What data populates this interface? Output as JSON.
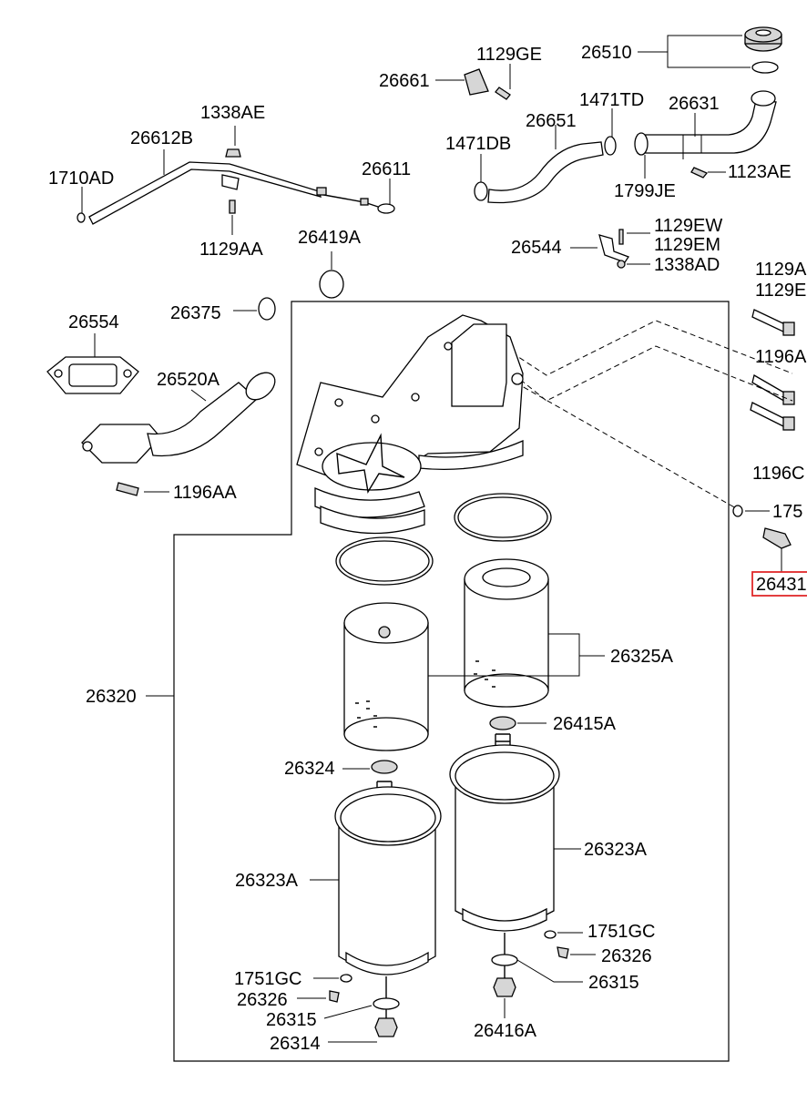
{
  "diagram": {
    "highlight_color": "#e0282a",
    "labels": {
      "p26510": "26510",
      "p26661": "26661",
      "p1129GE": "1129GE",
      "p1471TD": "1471TD",
      "p26631": "26631",
      "p26651": "26651",
      "p1471DB": "1471DB",
      "p1123AE": "1123AE",
      "p1799JE": "1799JE",
      "p1338AE": "1338AE",
      "p26612B": "26612B",
      "p26611": "26611",
      "p1710AD": "1710AD",
      "p1129AA": "1129AA",
      "p26419A": "26419A",
      "p1129EW": "1129EW",
      "p1129EM": "1129EM",
      "p26544": "26544",
      "p1338AD": "1338AD",
      "p1129A": "1129A",
      "p1129E": "1129E",
      "p26375": "26375",
      "p26554": "26554",
      "p26520A": "26520A",
      "p1196A": "1196A",
      "p1196C": "1196C",
      "p1196AA": "1196AA",
      "p175": "175",
      "p26431": "26431",
      "p26320": "26320",
      "p26325A": "26325A",
      "p26415A": "26415A",
      "p26324": "26324",
      "p26323A_right": "26323A",
      "p26323A_left": "26323A",
      "p1751GC_right": "1751GC",
      "p26326_right": "26326",
      "p26315_right": "26315",
      "p1751GC_left": "1751GC",
      "p26326_left": "26326",
      "p26315_left": "26315",
      "p26314": "26314",
      "p26416A": "26416A"
    }
  }
}
